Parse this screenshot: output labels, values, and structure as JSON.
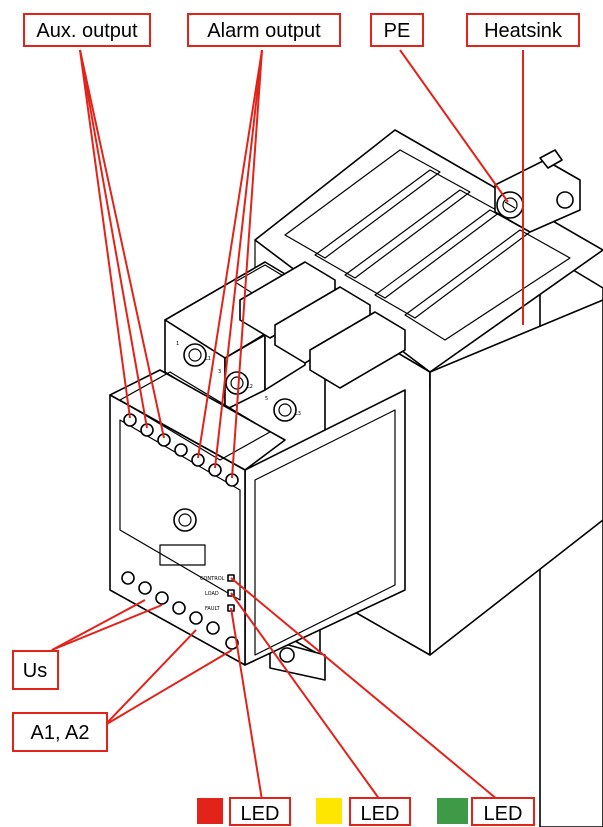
{
  "labels": {
    "aux_output": "Aux. output",
    "alarm_output": "Alarm output",
    "pe": "PE",
    "heatsink": "Heatsink",
    "us": "Us",
    "a1_a2": "A1, A2",
    "led_red": "LED",
    "led_yellow": "LED",
    "led_green": "LED"
  },
  "device_text": {
    "control": "CONTROL",
    "load": "LOAD",
    "fault": "FAULT",
    "t1": "1",
    "t3": "3",
    "t5": "5",
    "l1": "L1",
    "l2": "L2",
    "l3": "L3"
  },
  "colors": {
    "label_border": "#e2231a",
    "leader_line": "#e2231a",
    "led_red": "#e2231a",
    "led_yellow": "#ffe600",
    "led_green": "#3e9a47"
  }
}
